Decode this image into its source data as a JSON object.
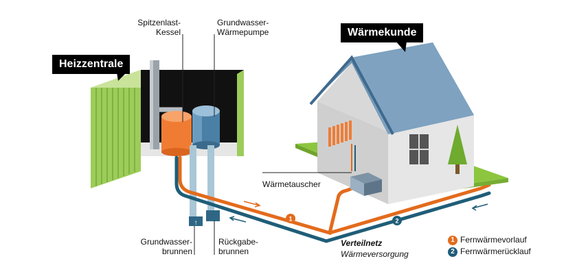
{
  "labels": {
    "heizzentrale": "Heizzentrale",
    "waermekunde": "Wärmekunde",
    "spitzenlast": [
      "Spitzenlast-",
      "Kessel"
    ],
    "grundwasser_waermepumpe": [
      "Grundwasser-",
      "Wärmepumpe"
    ],
    "waermetauscher": "Wärmetauscher",
    "grundwasserbrunnen": [
      "Grundwasser-",
      "brunnen"
    ],
    "rueckgabebrunnen": [
      "Rückgabe-",
      "brunnen"
    ],
    "verteilnetz": "Verteilnetz",
    "waermeversorgung": "Wärmeversorgung"
  },
  "legend": [
    {
      "number": "1",
      "label": "Fernwärmevorlauf",
      "color": "#e36b1c"
    },
    {
      "number": "2",
      "label": "Fernwärmerücklauf",
      "color": "#1f5d78"
    }
  ],
  "colors": {
    "supply": "#e36b1c",
    "return": "#1f5d78",
    "container": "#b7d97a",
    "roof": "#6e93b2",
    "ground": "#8cc63f",
    "house_wall": "#dcdcdc"
  }
}
